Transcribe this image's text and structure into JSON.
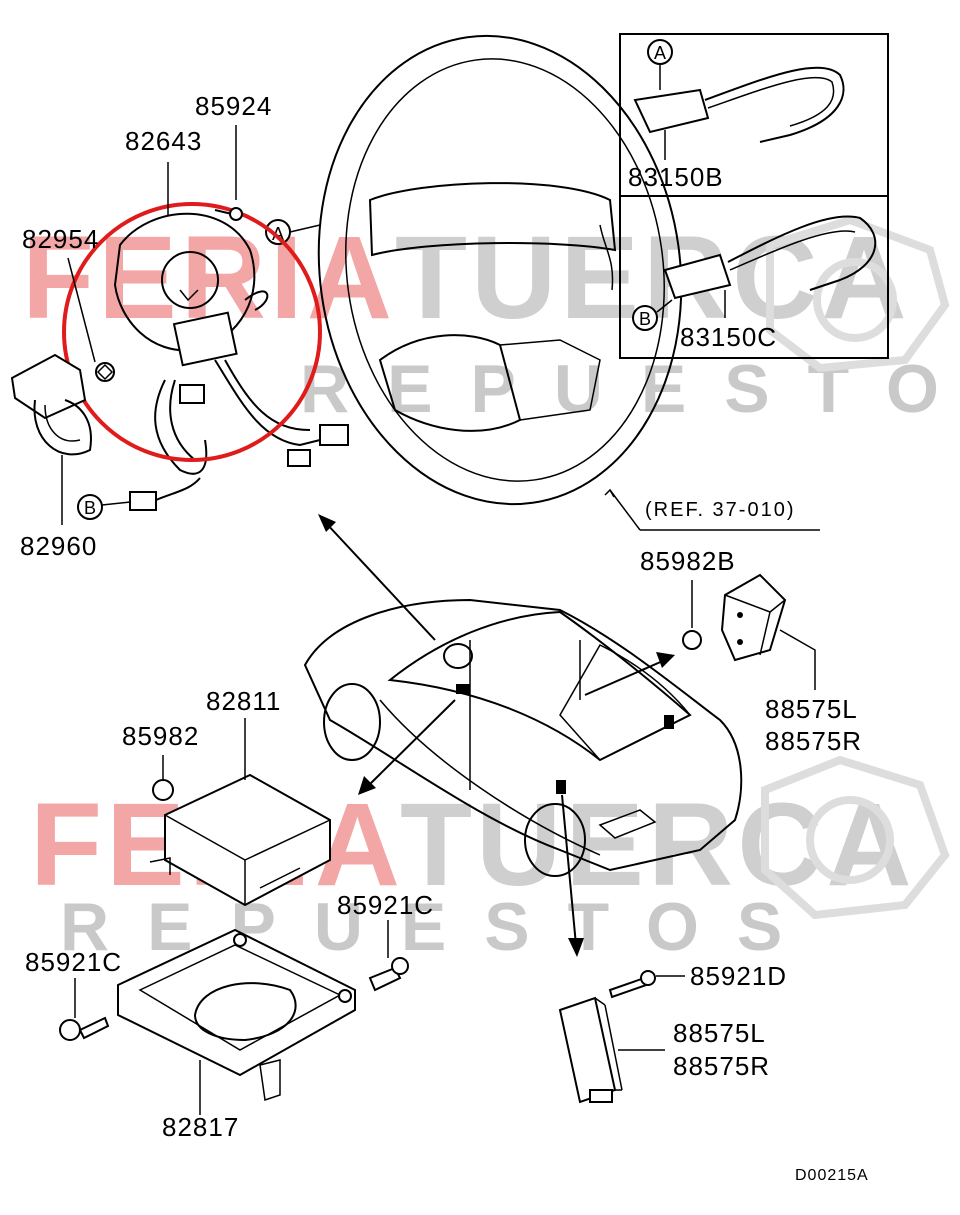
{
  "watermark": {
    "line1_left": "FERIA",
    "line1_right": "TUERCA",
    "line2": "REPUESTOS"
  },
  "parts": {
    "p85924": "85924",
    "p82643": "82643",
    "p82954": "82954",
    "p82960": "82960",
    "p83150B": "83150B",
    "p83150C": "83150C",
    "p85982B": "85982B",
    "p88575L_top": "88575L",
    "p88575R_top": "88575R",
    "p82811": "82811",
    "p85982": "85982",
    "p85921C_right": "85921C",
    "p85921C_left": "85921C",
    "p82817": "82817",
    "p85921D": "85921D",
    "p88575L_bottom": "88575L",
    "p88575R_bottom": "88575R"
  },
  "callouts": {
    "a": "A",
    "b": "B"
  },
  "reference": "(REF. 37-010)",
  "diagram_code": "D00215A",
  "highlight_color": "#e01b1b"
}
